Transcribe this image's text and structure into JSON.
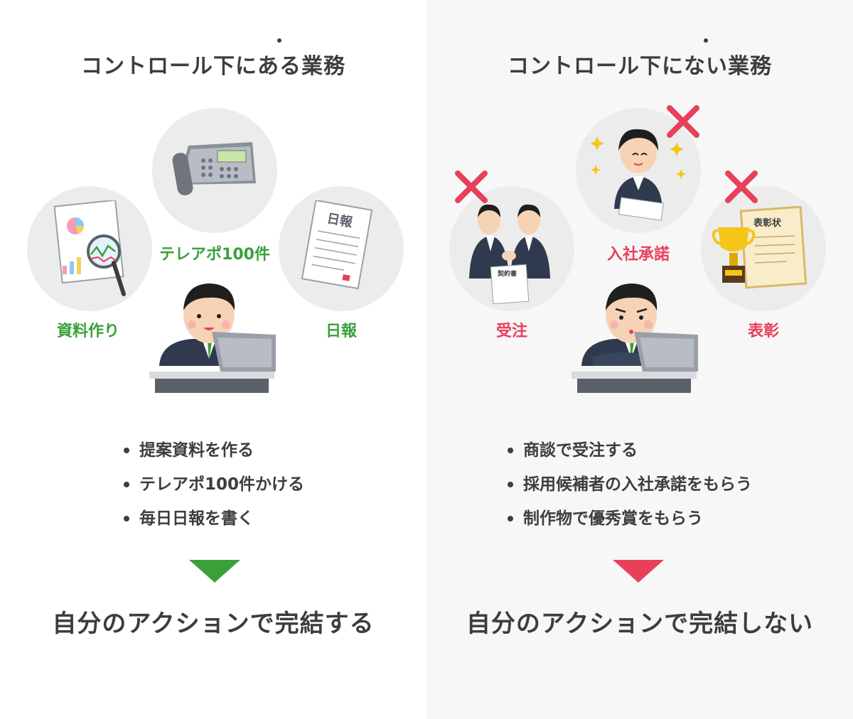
{
  "left": {
    "title_pre": "コントロール下に",
    "title_emph": "ある",
    "title_post": "業務",
    "items": [
      {
        "label": "テレアポ100件",
        "icon": "phone-icon"
      },
      {
        "label": "資料作り",
        "icon": "report-icon"
      },
      {
        "label": "日報",
        "icon": "daily-report-icon"
      }
    ],
    "bullets": [
      "提案資料を作る",
      "テレアポ100件かける",
      "毎日日報を書く"
    ],
    "conclusion": "自分のアクションで完結する",
    "accent": "#3aa03a"
  },
  "right": {
    "title_pre": "コントロール下に",
    "title_emph": "ない",
    "title_post": "業務",
    "items": [
      {
        "label": "入社承諾",
        "icon": "new-hire-icon"
      },
      {
        "label": "受注",
        "icon": "handshake-icon"
      },
      {
        "label": "表彰",
        "icon": "award-icon"
      }
    ],
    "bullets": [
      "商談で受注する",
      "採用候補者の入社承諾をもらう",
      "制作物で優秀賞をもらう"
    ],
    "conclusion": "自分のアクションで完結しない",
    "accent": "#e8405a"
  }
}
